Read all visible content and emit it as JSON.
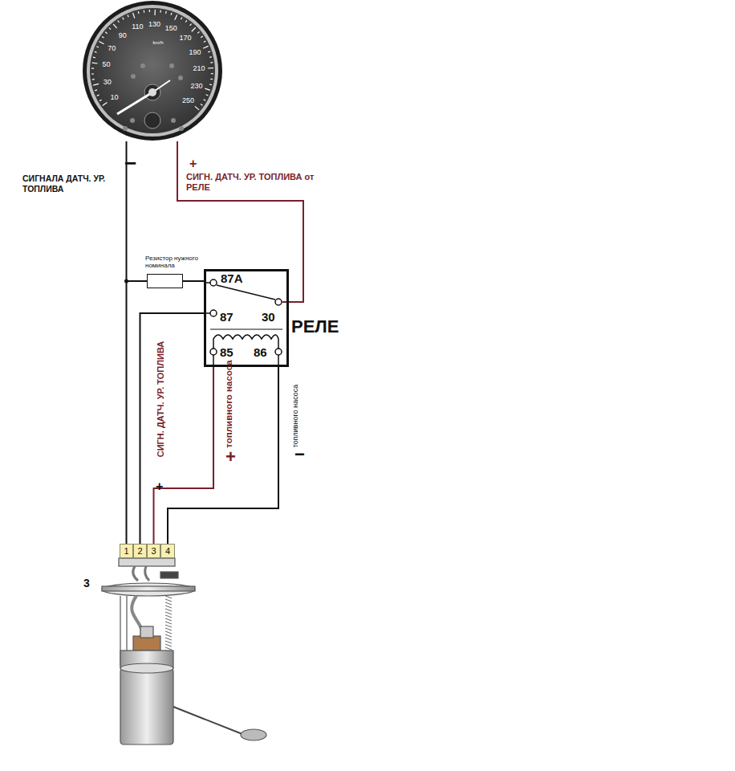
{
  "diagram": {
    "nodes": [
      {
        "text": [
          "РЕЛЕ"
        ]
      },
      {
        "text": [
          "Резистор нужного номинала"
        ]
      },
      {
        "text": [
          "1"
        ]
      },
      {
        "text": [
          "2"
        ]
      },
      {
        "text": [
          "3"
        ]
      },
      {
        "text": [
          "4"
        ]
      }
    ],
    "edges": [
      {
        "from": 1,
        "to": 0,
        "arrow": "none"
      },
      {
        "from": 2,
        "to": 1,
        "arrow": "none"
      },
      {
        "from": 3,
        "to": 0,
        "arrow": "none"
      },
      {
        "from": 4,
        "to": 0,
        "arrow": "none"
      },
      {
        "from": 5,
        "to": 0,
        "arrow": "none"
      }
    ],
    "labels": [
      "−",
      "СИГНАЛА ДАТЧ. УР. ТОПЛИВА",
      "+",
      "СИГН. ДАТЧ. УР. ТОПЛИВА от РЕЛЕ",
      "87A",
      "87",
      "30",
      "85",
      "86",
      "СИГН. ДАТЧ. УР. ТОПЛИВА",
      "+",
      "топливного насоса",
      "+",
      "топливного насоса",
      "−",
      "3",
      "10",
      "30",
      "50",
      "70",
      "90",
      "110",
      "130",
      "150",
      "170",
      "190",
      "210",
      "230",
      "250",
      "km/h"
    ]
  }
}
